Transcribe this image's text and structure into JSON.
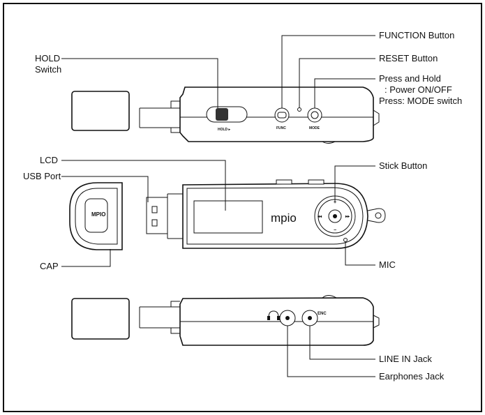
{
  "labels": {
    "function_button": "FUNCTION Button",
    "reset_button": "RESET Button",
    "press_hold_1": "Press and Hold",
    "press_hold_2": ": Power ON/OFF",
    "press_hold_3": "Press: MODE switch",
    "hold_switch_1": "HOLD",
    "hold_switch_2": "Switch",
    "lcd": "LCD",
    "usb_port": "USB Port",
    "stick_button": "Stick Button",
    "cap": "CAP",
    "mic": "MIC",
    "line_in_jack": "LINE IN Jack",
    "earphones_jack": "Earphones Jack"
  },
  "device_text": {
    "hold_marking": "HOLD ▸",
    "func_marking": "FUNC",
    "mode_marking": "MODE",
    "logo": "mpio",
    "enc_marking": "ENC",
    "cap_logo": "MPIO"
  },
  "colors": {
    "ink": "#111111",
    "background": "#ffffff"
  }
}
